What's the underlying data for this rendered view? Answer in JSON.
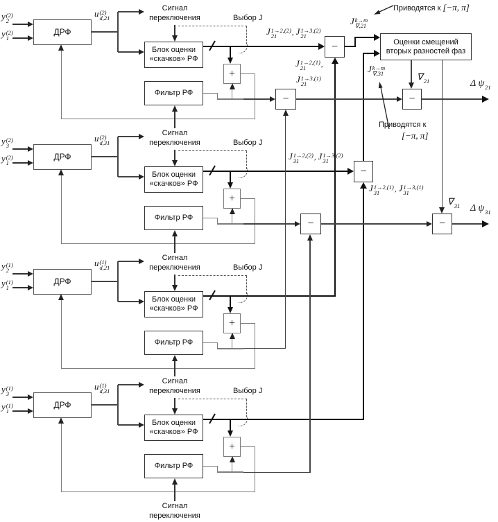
{
  "common": {
    "switch_label": [
      "Сигнал",
      "переключения"
    ],
    "select_label": "Выбор J",
    "drf": "ДРФ",
    "jump_block": [
      "Блок оценки",
      "«скачков» РФ"
    ],
    "filter": "Фильтр РФ",
    "plus": "+",
    "minus": "−",
    "comma": ","
  },
  "groups": [
    {
      "name": "pair21-ch2",
      "y_top": {
        "b": "y",
        "sub": "2",
        "sup": "(2)"
      },
      "y_bot": {
        "b": "y",
        "sub": "1",
        "sup": "(2)"
      },
      "u": {
        "b": "u",
        "sub": "d,21",
        "sup": "(2)"
      }
    },
    {
      "name": "pair31-ch2",
      "y_top": {
        "b": "y",
        "sub": "3",
        "sup": "(2)"
      },
      "y_bot": {
        "b": "y",
        "sub": "1",
        "sup": "(2)"
      },
      "u": {
        "b": "u",
        "sub": "d,31",
        "sup": "(2)"
      }
    },
    {
      "name": "pair21-ch1",
      "y_top": {
        "b": "y",
        "sub": "2",
        "sup": "(1)"
      },
      "y_bot": {
        "b": "y",
        "sub": "1",
        "sup": "(1)"
      },
      "u": {
        "b": "u",
        "sub": "d,21",
        "sup": "(1)"
      }
    },
    {
      "name": "pair31-ch1",
      "y_top": {
        "b": "y",
        "sub": "3",
        "sup": "(1)"
      },
      "y_bot": {
        "b": "y",
        "sub": "1",
        "sup": "(1)"
      },
      "u": {
        "b": "u",
        "sub": "d,31",
        "sup": "(1)"
      }
    }
  ],
  "right": {
    "estimator": [
      "Оценки смещений",
      "вторых разностей фаз"
    ],
    "reduce_note": "Приводятся к",
    "reduce_range": "[−π, π]",
    "j21_ch2": {
      "f1": {
        "b": "J",
        "sub": "21",
        "sup": "1→2,(2)"
      },
      "f2": {
        "b": "J",
        "sub": "21",
        "sup": "1→3,(2)"
      }
    },
    "j21_ch1": {
      "f1": {
        "b": "J",
        "sub": "21",
        "sup": "1→2,(1)"
      },
      "f2": {
        "b": "J",
        "sub": "21",
        "sup": "1→3,(1)"
      }
    },
    "j31_ch2": {
      "f1": {
        "b": "J",
        "sub": "31",
        "sup": "1→2,(2)"
      },
      "f2": {
        "b": "J",
        "sub": "31",
        "sup": "1→3,(2)"
      }
    },
    "j31_ch1": {
      "f1": {
        "b": "J",
        "sub": "31",
        "sup": "1→2,(1)"
      },
      "f2": {
        "b": "J",
        "sub": "31",
        "sup": "1→3,(1)"
      }
    },
    "jgrad21": {
      "b": "J",
      "sub": "∇,21",
      "sup": "k→m"
    },
    "jgrad31": {
      "b": "J",
      "sub": "∇,31",
      "sup": "k→m"
    },
    "grad21": {
      "b": "∇",
      "sub": "21"
    },
    "grad31": {
      "b": "∇",
      "sub": "31"
    },
    "dpsi21": {
      "b": "Δ ψ",
      "sub": "21"
    },
    "dpsi31": {
      "b": "Δ ψ",
      "sub": "31"
    }
  }
}
